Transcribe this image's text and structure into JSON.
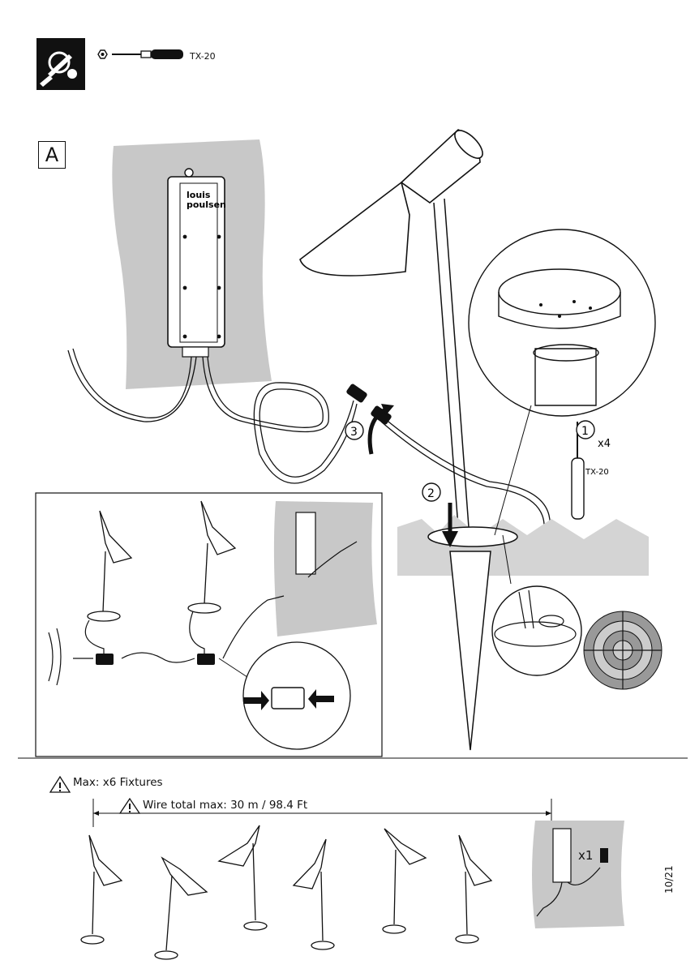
{
  "tool": {
    "label": "TX-20",
    "badge_icon": "screwdriver-tool-icon"
  },
  "section": {
    "label": "A"
  },
  "product": {
    "brand_top": "louis",
    "brand_bottom": "poulsen"
  },
  "steps": {
    "one": "1",
    "two": "2",
    "three": "3"
  },
  "step1": {
    "count": "x4",
    "tool": "TX-20"
  },
  "limits": {
    "max_fixtures": "Max: x6 Fixtures",
    "wire_total": "Wire total max: 30 m / 98.4 Ft"
  },
  "transformer_count": "x1",
  "page_number": "10/21",
  "colors": {
    "ink": "#111111",
    "grey_wall": "#c8c8c8",
    "grass": "#d4d4d4"
  }
}
